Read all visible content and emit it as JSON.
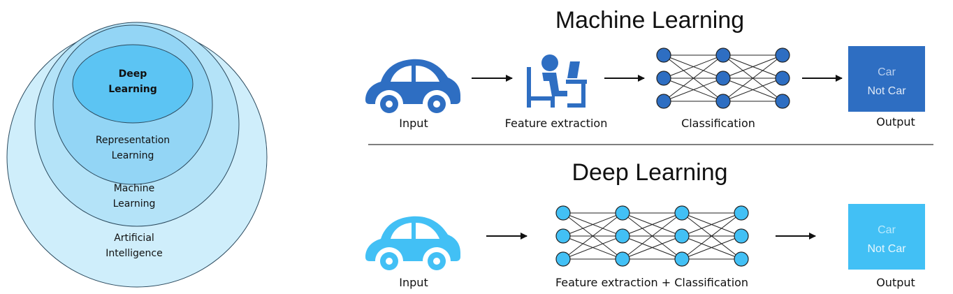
{
  "venn": {
    "deep": [
      "Deep",
      "Learning"
    ],
    "representation": [
      "Representation",
      "Learning"
    ],
    "machine": [
      "Machine",
      "Learning"
    ],
    "ai": [
      "Artificial",
      "Intelligence"
    ]
  },
  "ml": {
    "title": "Machine Learning",
    "input_label": "Input",
    "feature_label": "Feature extraction",
    "classification_label": "Classification",
    "output_label": "Output",
    "output_line1": "Car",
    "output_line2": "Not Car"
  },
  "dl": {
    "title": "Deep Learning",
    "input_label": "Input",
    "combined_label": "Feature extraction + Classification",
    "output_label": "Output",
    "output_line1": "Car",
    "output_line2": "Not Car"
  },
  "colors": {
    "ml_blue": "#2e6ec2",
    "dl_blue": "#42c0f5",
    "venn_outer": "#cfeefb",
    "venn_2": "#b4e3f8",
    "venn_3": "#93d5f5",
    "venn_core": "#5cc4f3"
  },
  "icons": [
    "car-icon",
    "person-at-desk-icon",
    "neural-network-icon",
    "arrow-right-icon"
  ]
}
